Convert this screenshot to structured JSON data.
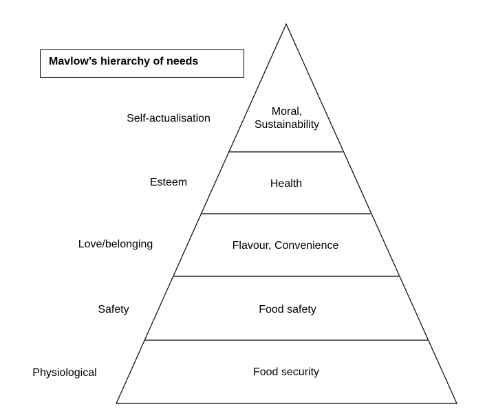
{
  "title": "Mavlow’s hierarchy of needs",
  "levels": [
    {
      "need": "Self-actualisation",
      "food_driver": [
        "Moral,",
        "Sustainability"
      ]
    },
    {
      "need": "Esteem",
      "food_driver": [
        "Health"
      ]
    },
    {
      "need": "Love/belonging",
      "food_driver": [
        "Flavour, Convenience"
      ]
    },
    {
      "need": "Safety",
      "food_driver": [
        "Food safety"
      ]
    },
    {
      "need": "Physiological",
      "food_driver": [
        "Food security"
      ]
    }
  ],
  "colors": {
    "line": "#000000",
    "background": "#ffffff"
  }
}
